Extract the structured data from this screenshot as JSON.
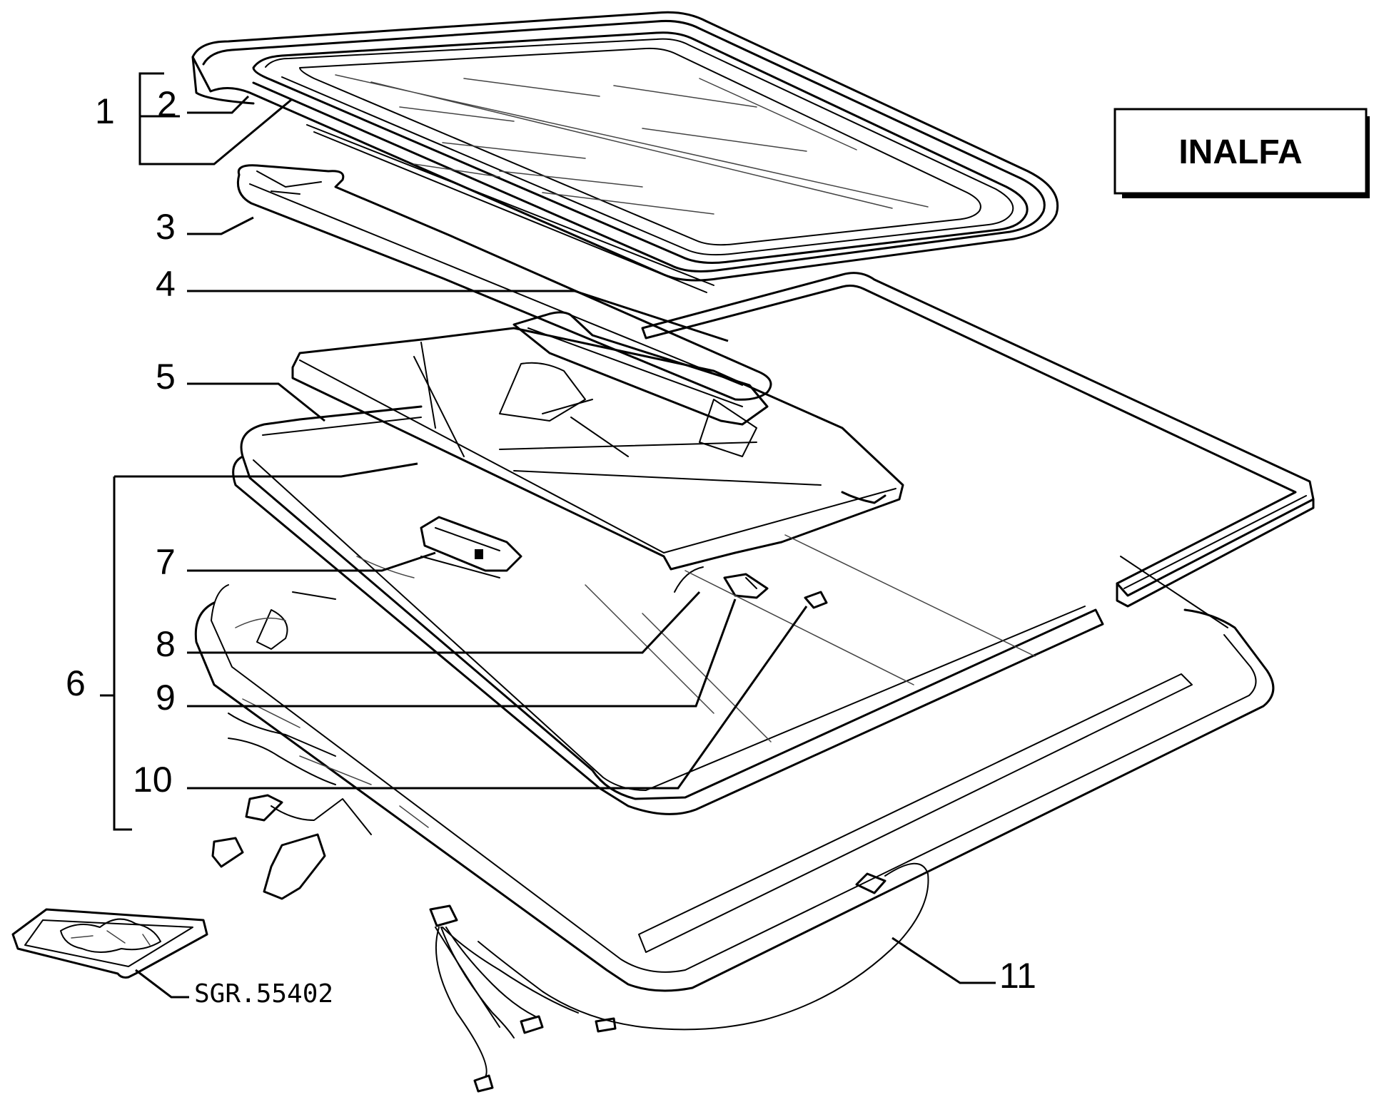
{
  "brand_label": "INALFA",
  "callouts": [
    "1",
    "2",
    "3",
    "4",
    "5",
    "6",
    "7",
    "8",
    "9",
    "10",
    "11"
  ],
  "reference_label": "SGR.55402"
}
